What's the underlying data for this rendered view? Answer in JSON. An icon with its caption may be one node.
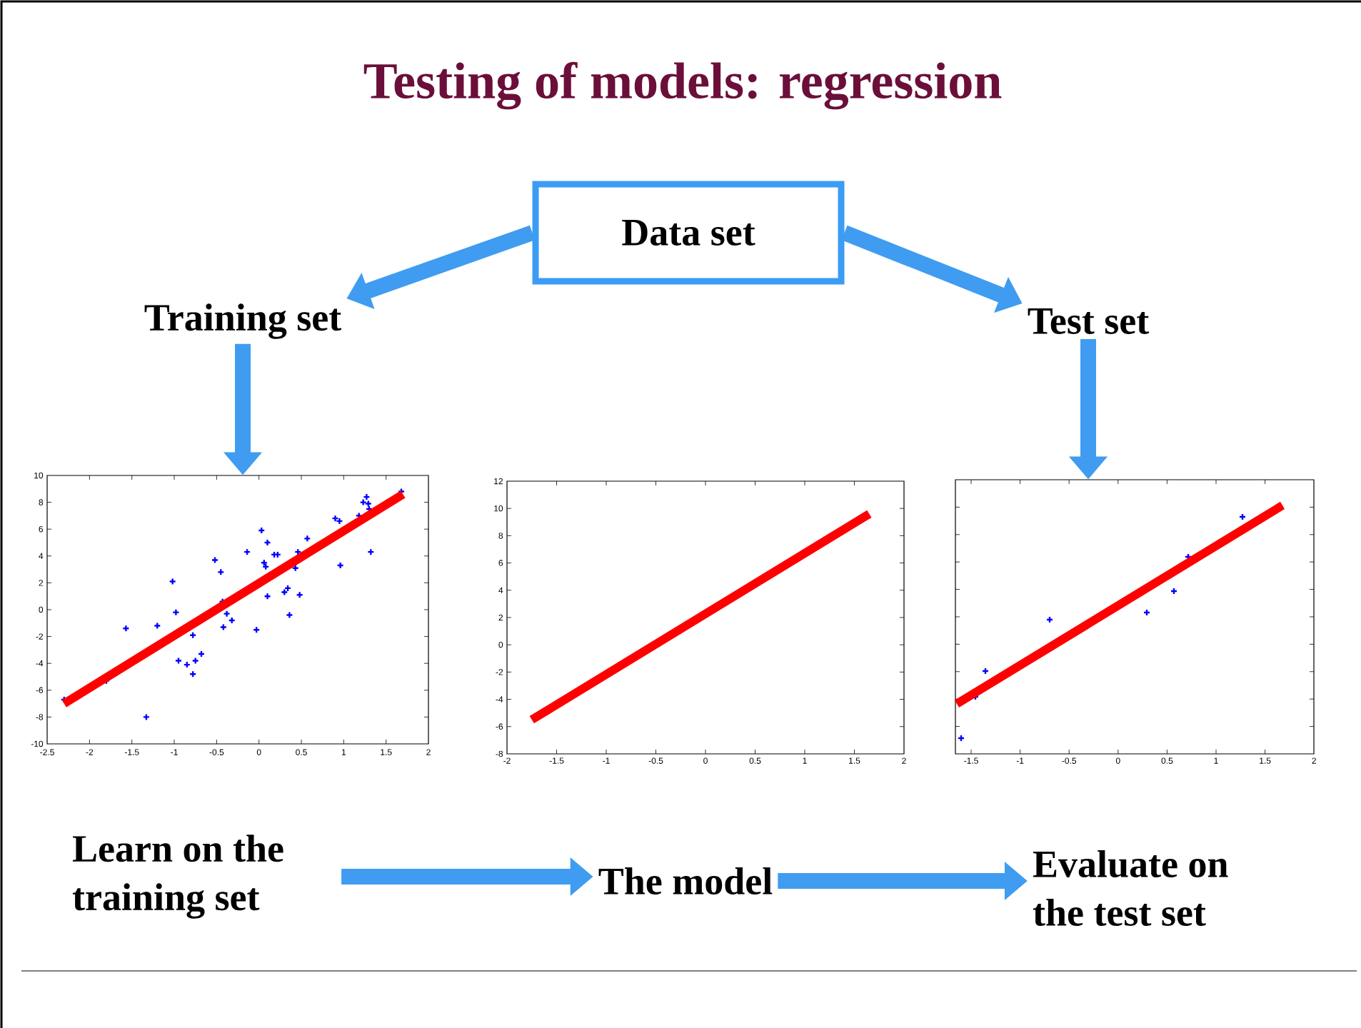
{
  "diagram": {
    "title": "Testing of models: regression",
    "nodes": [
      {
        "text": [
          "Data set"
        ]
      },
      {
        "text": [
          "Training set"
        ]
      },
      {
        "text": [
          "Test set"
        ]
      },
      {
        "text": [],
        "shape": "chart",
        "beside": [
          "-2.5",
          "-2",
          "-1.5",
          "-1",
          "-0.5",
          "0",
          "0.5",
          "1",
          "1.5",
          "2",
          "-10",
          "-8",
          "-6",
          "-4",
          "-2",
          "0",
          "2",
          "4",
          "6",
          "8",
          "10"
        ]
      },
      {
        "text": [],
        "shape": "chart",
        "beside": [
          "-2",
          "-1.5",
          "-1",
          "-0.5",
          "0",
          "0.5",
          "1",
          "1.5",
          "2",
          "-8",
          "-6",
          "-4",
          "-2",
          "0",
          "2",
          "4",
          "6",
          "8",
          "10",
          "12"
        ]
      },
      {
        "text": [],
        "shape": "chart",
        "beside": [
          "-1.5",
          "-1",
          "-0.5",
          "0",
          "0.5",
          "1",
          "1.5",
          "2"
        ]
      },
      {
        "text": [
          "Learn on the training set"
        ]
      },
      {
        "text": [
          "The model"
        ]
      },
      {
        "text": [
          "Evaluate on the test set"
        ]
      }
    ],
    "edges": [
      {
        "from": 0,
        "to": 1,
        "arrow": "to"
      },
      {
        "from": 0,
        "to": 2,
        "arrow": "to"
      },
      {
        "from": 1,
        "to": 3,
        "arrow": "to"
      },
      {
        "from": 2,
        "to": 5,
        "arrow": "to"
      },
      {
        "from": 6,
        "to": 7,
        "arrow": "to"
      },
      {
        "from": 7,
        "to": 8,
        "arrow": "to"
      }
    ]
  }
}
